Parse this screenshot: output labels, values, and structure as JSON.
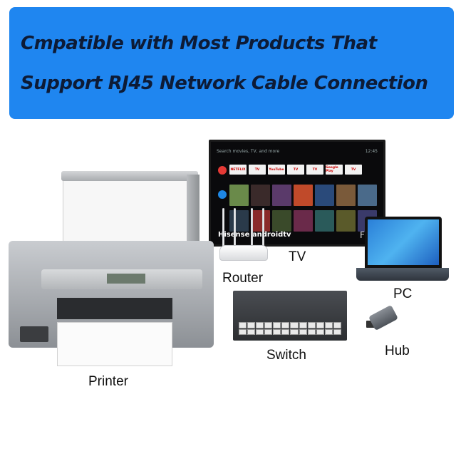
{
  "banner": {
    "line1": "Cmpatible with Most Products That",
    "line2": "Support RJ45 Network Cable Connection",
    "background": "#1f86f0",
    "text_color": "#0d1b36"
  },
  "devices": {
    "tv": "TV",
    "router": "Router",
    "pc": "PC",
    "switch": "Switch",
    "hub": "Hub",
    "printer": "Printer"
  },
  "tv_screen": {
    "search": "Search movies, TV, and more",
    "clock": "12:45",
    "apps": [
      "NETFLIX",
      "TV",
      "YouTube",
      "TV",
      "TV",
      "Google Play",
      "TV"
    ],
    "brand": "Hisense androidtv",
    "corner_text": "FULL"
  }
}
